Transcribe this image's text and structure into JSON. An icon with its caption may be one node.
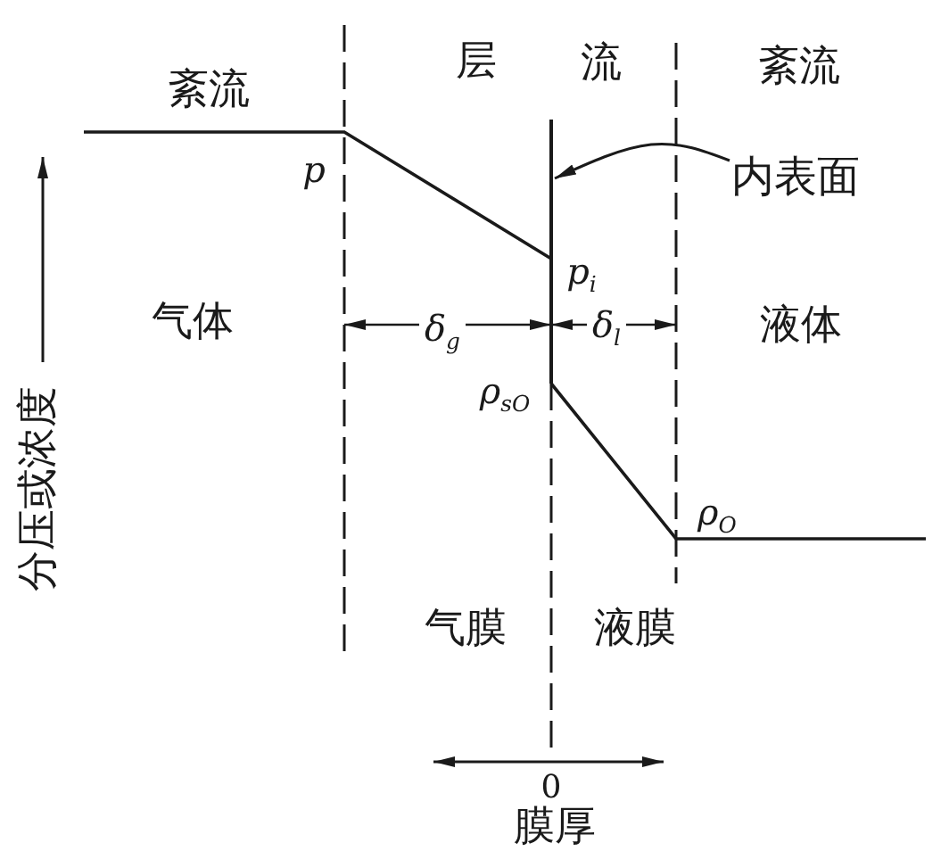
{
  "diagram": {
    "nodes": [
      {
        "text": [
          "内表面"
        ]
      },
      {
        "text": [],
        "shape": "line"
      }
    ],
    "edges": [
      {
        "from": 0,
        "to": 1,
        "arrow": "to"
      }
    ],
    "labels": [
      "紊流",
      "层",
      "流",
      "紊流",
      "p",
      "p$_{i}$",
      "气体",
      "δ$_{g}$",
      "δ$_{l}$",
      "液体",
      "ρ$_{sO}$",
      "ρ$_{O}$",
      "分压或浓度",
      "气膜",
      "液膜",
      "0",
      "膜厚"
    ]
  }
}
